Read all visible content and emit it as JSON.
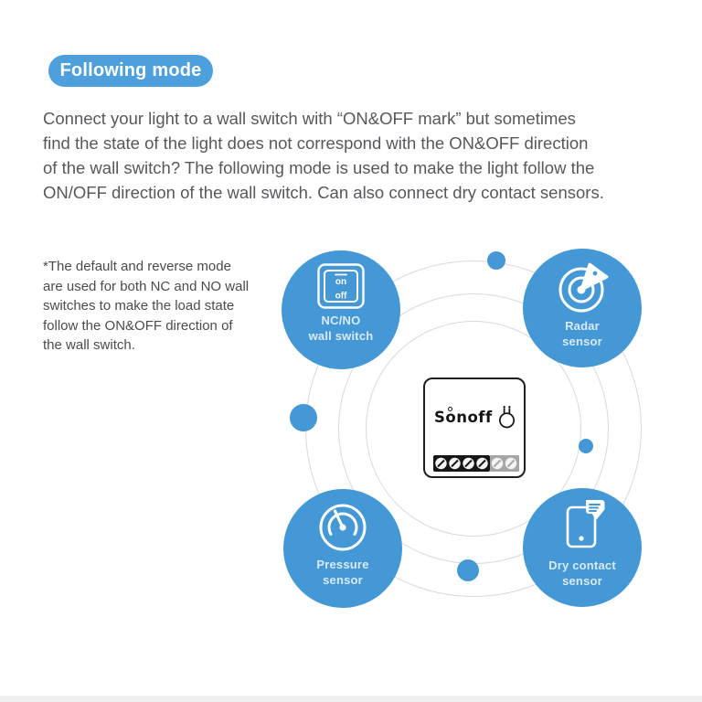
{
  "colors": {
    "accent": "#4498d5",
    "badge_bg": "#4da0dc",
    "ring": "#d9d9d9",
    "body_text": "#57585b",
    "note_text": "#4a4b4d"
  },
  "badge": {
    "label": "Following mode"
  },
  "intro": {
    "lines": [
      "Connect your light to a wall switch with “ON&OFF mark” but sometimes",
      "find the state of the light does not correspond with the ON&OFF direction",
      "of the wall switch? The following mode is used to make the light follow the",
      "ON/OFF direction of the wall switch. Can also connect dry contact sensors."
    ]
  },
  "note": {
    "lines": [
      "*The default and reverse mode",
      "are used for both NC and NO wall",
      "switches to make the load state",
      "follow the ON&OFF direction of",
      "the wall switch."
    ]
  },
  "diagram": {
    "nodes": [
      {
        "id": "nc-no-wall-switch",
        "icon": "wall-switch-icon",
        "line1": "NC/NO",
        "line2": "wall switch"
      },
      {
        "id": "radar-sensor",
        "icon": "radar-icon",
        "line1": "Radar",
        "line2": "sensor"
      },
      {
        "id": "pressure-sensor",
        "icon": "pressure-gauge-icon",
        "line1": "Pressure",
        "line2": "sensor"
      },
      {
        "id": "dry-contact-sensor",
        "icon": "dry-contact-icon",
        "line1": "Dry contact",
        "line2": "sensor"
      }
    ],
    "switch_icon": {
      "on": "on",
      "off": "off"
    },
    "device": {
      "brand": "Sonoff",
      "icon": "bulb-icon"
    }
  }
}
